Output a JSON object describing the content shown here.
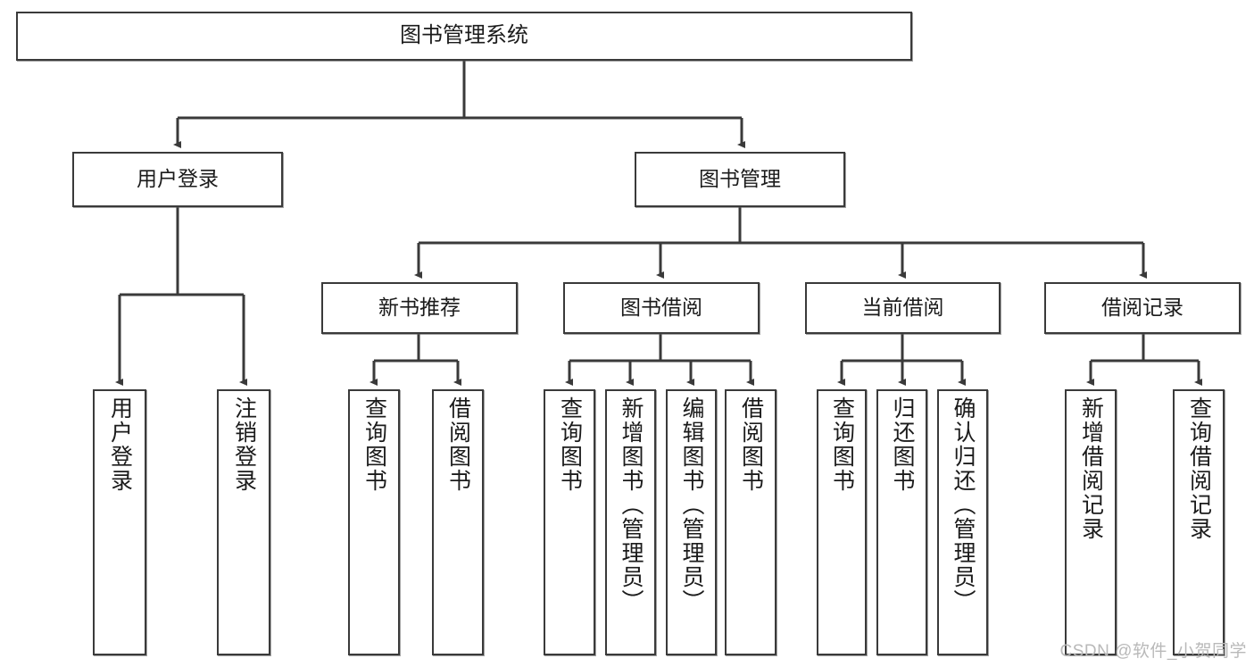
{
  "diagram": {
    "title": "图书管理系统",
    "type": "tree-hierarchy-chart",
    "colors": {
      "box_border": "#3a3a3a",
      "box_fill": "#ffffff",
      "line": "#3a3a3a",
      "text": "#1b1b1b",
      "watermark": "#b9b9b9"
    },
    "root": {
      "id": "root",
      "label": "图书管理系统"
    },
    "level1": [
      {
        "id": "user-login",
        "label": "用户登录"
      },
      {
        "id": "book-manage",
        "label": "图书管理"
      }
    ],
    "level2": [
      {
        "id": "new-book-recommend",
        "label": "新书推荐",
        "parent": "book-manage"
      },
      {
        "id": "book-borrow",
        "label": "图书借阅",
        "parent": "book-manage"
      },
      {
        "id": "current-borrow",
        "label": "当前借阅",
        "parent": "book-manage"
      },
      {
        "id": "borrow-record",
        "label": "借阅记录",
        "parent": "book-manage"
      }
    ],
    "leaves": [
      {
        "id": "leaf-user-login",
        "label": "用户登录",
        "parent": "user-login"
      },
      {
        "id": "leaf-user-logout",
        "label": "注销登录",
        "parent": "user-login"
      },
      {
        "id": "leaf-query-book-1",
        "label": "查询图书",
        "parent": "new-book-recommend"
      },
      {
        "id": "leaf-borrow-book-1",
        "label": "借阅图书",
        "parent": "new-book-recommend"
      },
      {
        "id": "leaf-query-book-2",
        "label": "查询图书",
        "parent": "book-borrow"
      },
      {
        "id": "leaf-add-book",
        "label": "新增图书（管理员）",
        "parent": "book-borrow"
      },
      {
        "id": "leaf-edit-book",
        "label": "编辑图书（管理员）",
        "parent": "book-borrow"
      },
      {
        "id": "leaf-borrow-book-2",
        "label": "借阅图书",
        "parent": "book-borrow"
      },
      {
        "id": "leaf-query-book-3",
        "label": "查询图书",
        "parent": "current-borrow"
      },
      {
        "id": "leaf-return-book",
        "label": "归还图书",
        "parent": "current-borrow"
      },
      {
        "id": "leaf-confirm-return",
        "label": "确认归还（管理员）",
        "parent": "current-borrow"
      },
      {
        "id": "leaf-add-record",
        "label": "新增借阅记录",
        "parent": "borrow-record"
      },
      {
        "id": "leaf-query-record",
        "label": "查询借阅记录",
        "parent": "borrow-record"
      }
    ],
    "watermark": "CSDN @软件_小贺同学"
  }
}
